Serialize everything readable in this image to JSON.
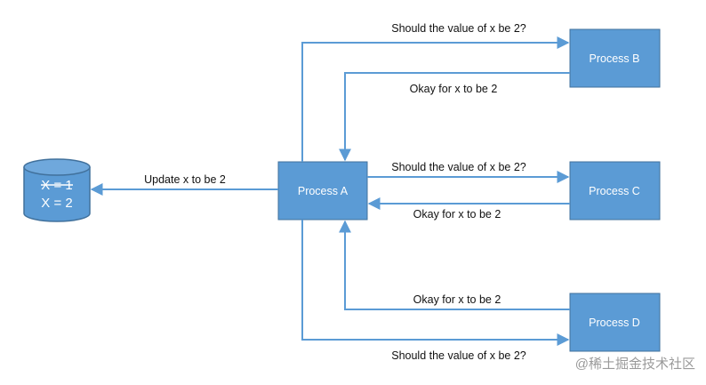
{
  "database": {
    "old_value": "X = 1",
    "new_value": "X = 2"
  },
  "processes": {
    "a": "Process A",
    "b": "Process B",
    "c": "Process C",
    "d": "Process D"
  },
  "messages": {
    "update_db": "Update x to be 2",
    "ask_b": "Should the value of x be 2?",
    "reply_b": "Okay for x to be 2",
    "ask_c": "Should the value of x be 2?",
    "reply_c": "Okay for x to be 2",
    "reply_d": "Okay for x to be 2",
    "ask_d": "Should the value of x be 2?"
  },
  "watermark": "@稀土掘金技术社区",
  "colors": {
    "box_fill": "#5b9bd5",
    "box_stroke": "#41719c",
    "arrow": "#5b9bd5",
    "text_on_box": "#ffffff",
    "edge_text": "#111111"
  }
}
